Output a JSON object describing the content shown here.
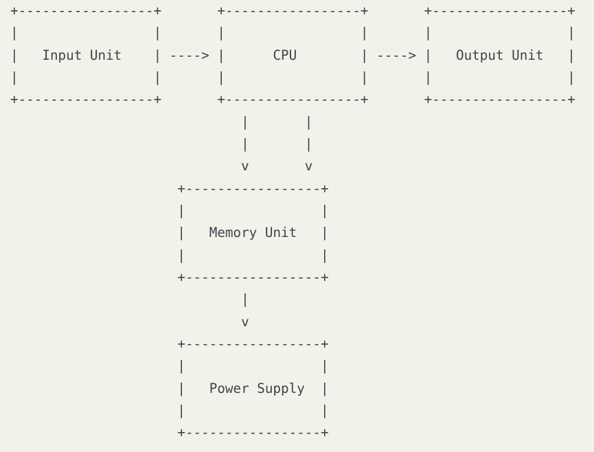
{
  "page": {
    "background_color": "#f2f1ea",
    "text_color": "#3d434b"
  },
  "diagram": {
    "kind": "ascii-flowchart",
    "nodes": [
      {
        "label": "Input Unit"
      },
      {
        "label": "CPU"
      },
      {
        "label": "Output Unit"
      },
      {
        "label": "Memory Unit"
      },
      {
        "label": "Power Supply"
      }
    ],
    "edges": [
      {
        "from": "Input Unit",
        "to": "CPU",
        "glyph": "---->"
      },
      {
        "from": "CPU",
        "to": "Output Unit",
        "glyph": "---->"
      },
      {
        "from": "CPU",
        "to": "Memory Unit",
        "glyph": "||vv"
      },
      {
        "from": "Memory Unit",
        "to": "Power Supply",
        "glyph": "|v"
      }
    ],
    "lines": [
      "+-----------------+       +-----------------+       +-----------------+",
      "|                 |       |                 |       |                 |",
      "|   Input Unit    | ----> |      CPU        | ----> |   Output Unit   |",
      "|                 |       |                 |       |                 |",
      "+-----------------+       +-----------------+       +-----------------+",
      "                             |       |",
      "                             |       |",
      "                             v       v",
      "                     +-----------------+",
      "                     |                 |",
      "                     |   Memory Unit   |",
      "                     |                 |",
      "                     +-----------------+",
      "                             |",
      "                             v",
      "                     +-----------------+",
      "                     |                 |",
      "                     |   Power Supply  |",
      "                     |                 |",
      "                     +-----------------+"
    ]
  }
}
